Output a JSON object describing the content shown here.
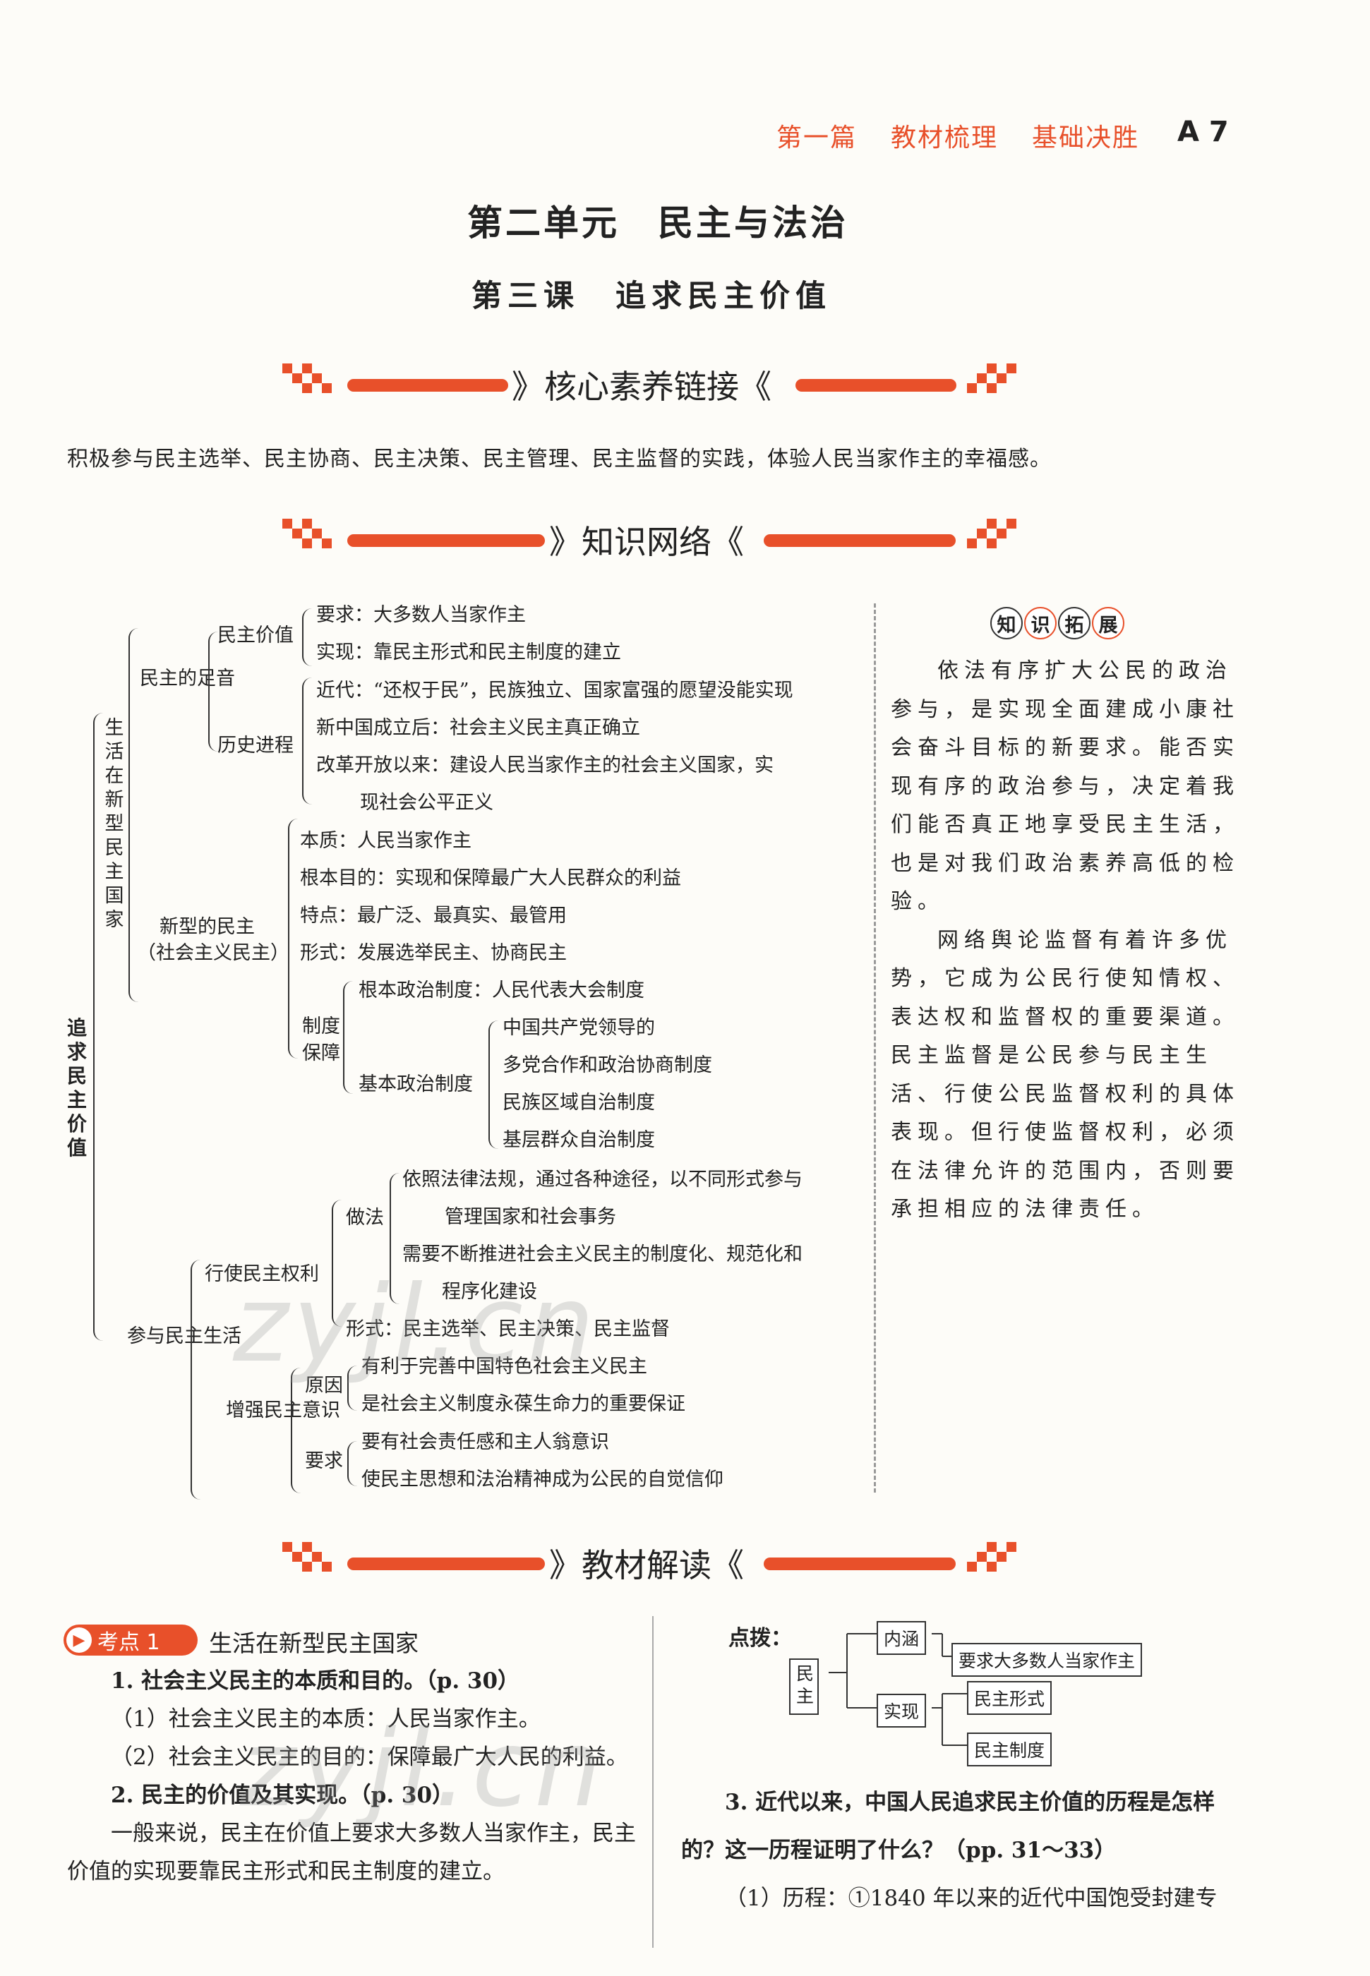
{
  "header": {
    "part": "第一篇",
    "section1": "教材梳理",
    "section2": "基础决胜",
    "page": "A 7"
  },
  "unit_title": "第二单元　民主与法治",
  "lesson_title": "第三课　追求民主价值",
  "sections": {
    "core": "核心素养链接",
    "network": "知识网络",
    "reading": "教材解读"
  },
  "core_text": "积极参与民主选举、民主协商、民主决策、民主管理、民主监督的实践，体验人民当家作主的幸福感。",
  "mindmap": {
    "root": "追求民主价值",
    "b1": "生活在新型民主国家",
    "b1a": "民主的足音",
    "b1a1": "民主价值",
    "b1a1_items": [
      "要求：大多数人当家作主",
      "实现：靠民主形式和民主制度的建立"
    ],
    "b1a2": "历史进程",
    "b1a2_items": [
      "近代：“还权于民”，民族独立、国家富强的愿望没能实现",
      "新中国成立后：社会主义民主真正确立",
      "改革开放以来：建设人民当家作主的社会主义国家，实",
      "现社会公平正义"
    ],
    "b1b": "新型的民主",
    "b1b_sub": "（社会主义民主）",
    "b1b_items": [
      "本质：人民当家作主",
      "根本目的：实现和保障最广大人民群众的利益",
      "特点：最广泛、最真实、最管用",
      "形式：发展选举民主、协商民主"
    ],
    "b1b_sys": "制度保障",
    "b1b_sys_1": "根本政治制度：人民代表大会制度",
    "b1b_sys_2": "基本政治制度",
    "b1b_sys_2_items": [
      "中国共产党领导的",
      "多党合作和政治协商制度",
      "民族区域自治制度",
      "基层群众自治制度"
    ],
    "b2": "参与民主生活",
    "b2a": "行使民主权利",
    "b2a1": "做法",
    "b2a1_items": [
      "依照法律法规，通过各种途径，以不同形式参与",
      "管理国家和社会事务",
      "需要不断推进社会主义民主的制度化、规范化和",
      "程序化建设"
    ],
    "b2a2": "形式：民主选举、民主决策、民主监督",
    "b2b": "增强民主意识",
    "b2b1": "原因",
    "b2b1_items": [
      "有利于完善中国特色社会主义民主",
      "是社会主义制度永葆生命力的重要保证"
    ],
    "b2b2": "要求",
    "b2b2_items": [
      "要有社会责任感和主人翁意识",
      "使民主思想和法治精神成为公民的自觉信仰"
    ]
  },
  "extension": {
    "badge": [
      "知",
      "识",
      "拓",
      "展"
    ],
    "paragraphs": [
      "依法有序扩大公民的政治参与，是实现全面建成小康社会奋斗目标的新要求。能否实现有序的政治参与，决定着我们能否真正地享受民主生活，也是对我们政治素养高低的检验。",
      "网络舆论监督有着许多优势，它成为公民行使知情权、表达权和监督权的重要渠道。民主监督是公民参与民主生活、行使公民监督权利的具体表现。但行使监督权利，必须在法律允许的范围内，否则要承担相应的法律责任。"
    ]
  },
  "kaodian": {
    "tag": "考点 1",
    "title": "生活在新型民主国家",
    "q1": "1. 社会主义民主的本质和目的。（p. 30）",
    "q1_a1": "（1）社会主义民主的本质：人民当家作主。",
    "q1_a2": "（2）社会主义民主的目的：保障最广大人民的利益。",
    "q2": "2. 民主的价值及其实现。（p. 30）",
    "q2_a": "一般来说，民主在价值上要求大多数人当家作主，民主价值的实现要靠民主形式和民主制度的建立。"
  },
  "dianbo": {
    "label": "点拨：",
    "center": "民主",
    "neihan": "内涵",
    "neihan_item": "要求大多数人当家作主",
    "shixian": "实现",
    "shixian_items": [
      "民主形式",
      "民主制度"
    ]
  },
  "q3": {
    "text": "3. 近代以来，中国人民追求民主价值的历程是怎样的？这一历程证明了什么？（pp. 31～33）",
    "a1": "（1）历程：①1840 年以来的近代中国饱受封建专"
  },
  "watermark": "zyjl.cn"
}
